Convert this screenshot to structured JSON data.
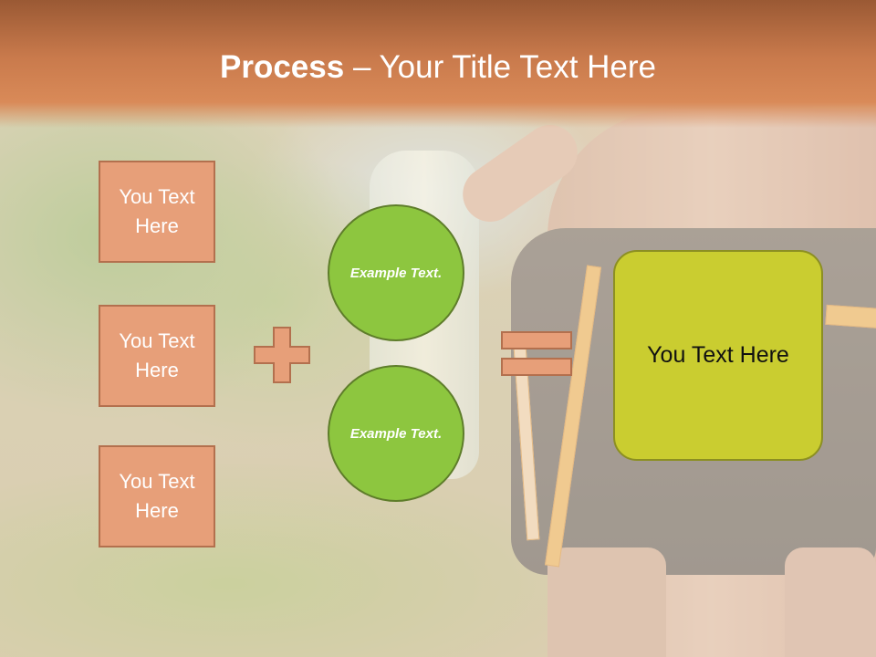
{
  "title": {
    "bold": "Process",
    "rest": " – Your Title Text Here"
  },
  "left_boxes": [
    {
      "label": "You Text Here"
    },
    {
      "label": "You Text Here"
    },
    {
      "label": "You Text Here"
    }
  ],
  "circles": [
    {
      "label": "Example Text."
    },
    {
      "label": "Example Text."
    }
  ],
  "result": {
    "label": "You Text Here"
  },
  "operators": {
    "plus": "plus-icon",
    "equals": "equals-icon"
  },
  "colors": {
    "header": "#c97a4c",
    "box_fill": "#e79f79",
    "box_border": "#b3704e",
    "circle_fill": "#8dc63f",
    "result_fill": "#cacd30"
  }
}
